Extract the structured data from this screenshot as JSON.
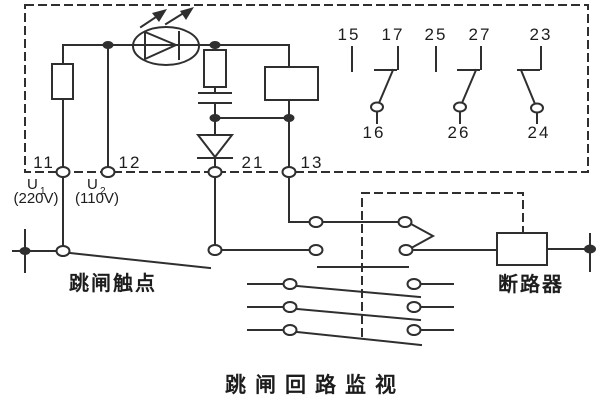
{
  "diagram": {
    "title": "跳闸回路监视",
    "labels": {
      "trip_contact": "跳闸触点",
      "breaker": "断路器",
      "u1_name": "U",
      "u1_sub": "1",
      "u1_voltage": "(220V)",
      "u2_name": "U",
      "u2_sub": "2",
      "u2_voltage": "(110V)"
    },
    "terminals": {
      "t11": "11",
      "t12": "12",
      "t21": "21",
      "t13": "13",
      "t15": "15",
      "t17": "17",
      "t25": "25",
      "t27": "27",
      "t23": "23",
      "t16": "16",
      "t26": "26",
      "t24": "24"
    },
    "colors": {
      "line": "#2f2f2f",
      "text": "#1d1d1d",
      "background": "#ffffff"
    }
  }
}
